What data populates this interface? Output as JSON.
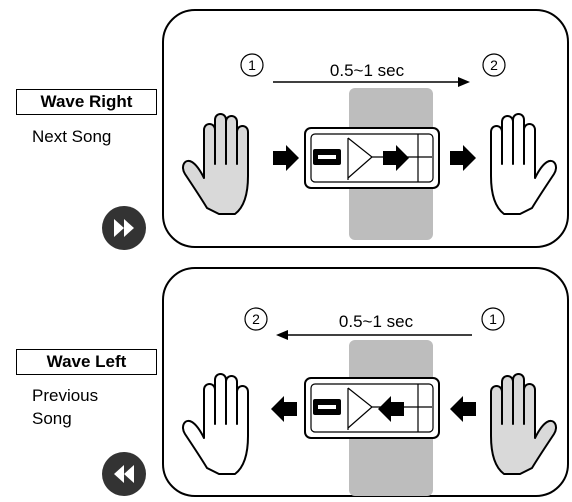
{
  "panels": [
    {
      "gesture": "Wave Right",
      "description_lines": [
        "Next Song"
      ],
      "timing": "0.5~1 sec",
      "start_marker": "①",
      "end_marker": "②",
      "direction": "right",
      "control_icon": "fast-forward-icon"
    },
    {
      "gesture": "Wave Left",
      "description_lines": [
        "Previous",
        "Song"
      ],
      "timing": "0.5~1 sec",
      "start_marker": "①",
      "end_marker": "②",
      "direction": "left",
      "control_icon": "rewind-icon"
    }
  ],
  "colors": {
    "outline": "#000000",
    "hand_active": "#d9d9d9",
    "sensor_zone": "#bdbdbd",
    "control_button": "#333333"
  }
}
